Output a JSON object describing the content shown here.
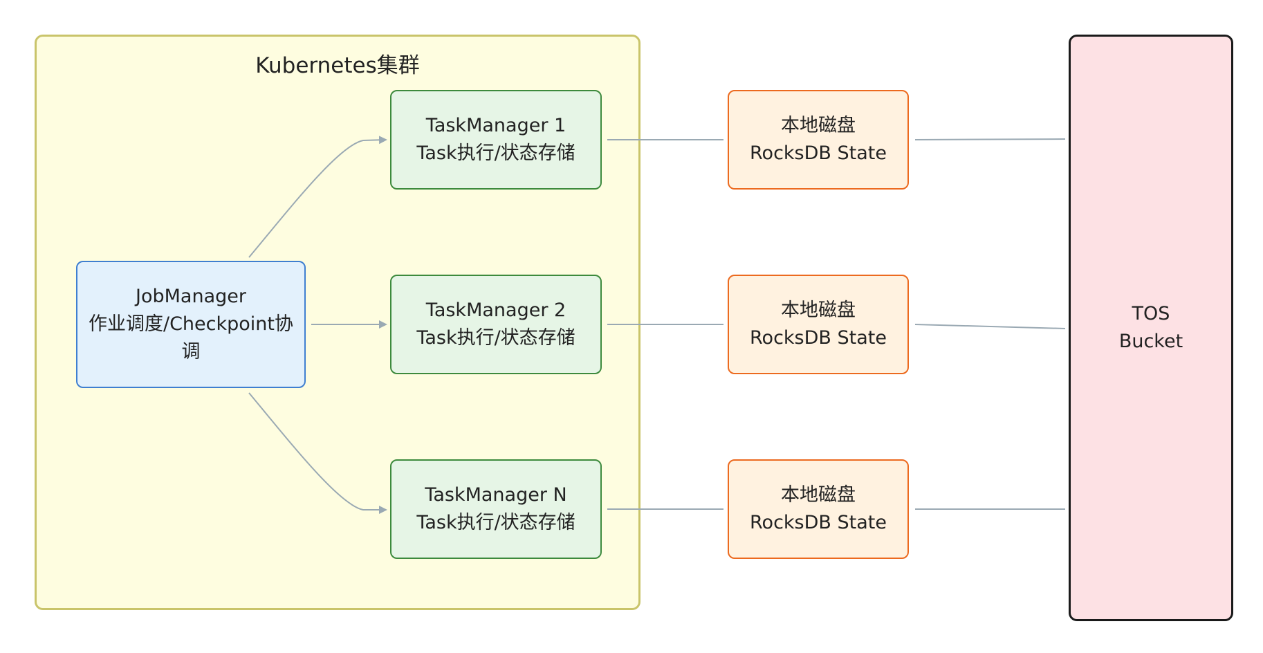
{
  "cluster": {
    "title": "Kubernetes集群"
  },
  "job_manager": {
    "title": "JobManager",
    "subtitle_line1": "作业调度/Checkpoint协",
    "subtitle_line2": "调"
  },
  "task_managers": [
    {
      "title": "TaskManager 1",
      "subtitle": "Task执行/状态存储"
    },
    {
      "title": "TaskManager 2",
      "subtitle": "Task执行/状态存储"
    },
    {
      "title": "TaskManager N",
      "subtitle": "Task执行/状态存储"
    }
  ],
  "local_disks": [
    {
      "title": "本地磁盘",
      "subtitle": "RocksDB State"
    },
    {
      "title": "本地磁盘",
      "subtitle": "RocksDB State"
    },
    {
      "title": "本地磁盘",
      "subtitle": "RocksDB State"
    }
  ],
  "storage": {
    "line1": "TOS",
    "line2": "Bucket"
  },
  "colors": {
    "cluster_fill": "#fefde0",
    "cluster_border": "#c9c46a",
    "job_manager_fill": "#e3f1fc",
    "job_manager_border": "#3f7fd0",
    "task_manager_fill": "#e6f5e6",
    "task_manager_border": "#3d8a3d",
    "disk_fill": "#fff2e0",
    "disk_border": "#ec6a1f",
    "storage_fill": "#fde1e4",
    "storage_border": "#1a1a1a",
    "edge": "#9aa9b3"
  }
}
